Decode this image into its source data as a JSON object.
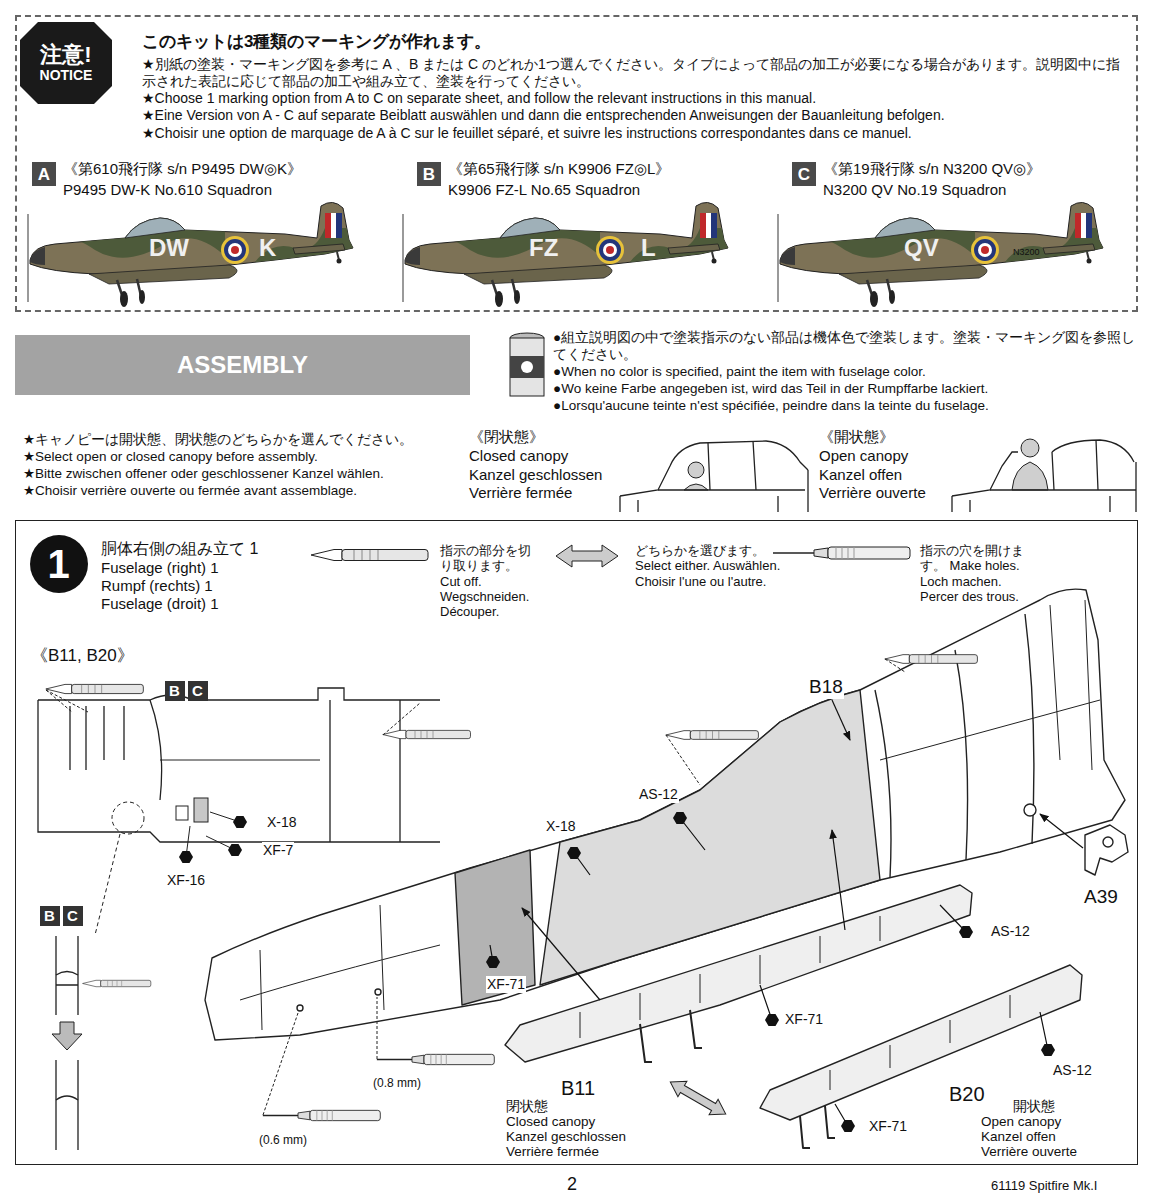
{
  "diagram": {
    "nodes": [
      {
        "text": [
          "このキットは3種類のマーキングが作れます。",
          "★別紙の塗装・マーキング図を参考に A 、B または C のどれか1つ選んでください。タイプによって部品の加工が必要になる場合があります。説明図中に指示された表記に応じて部品の加工や組み立て、塗装を行ってください。",
          "★Choose 1 marking option from A to C on separate sheet, and follow the relevant instructions in this manual.",
          "★Eine Version von A - C auf separate Beiblatt auswählen und dann die entsprechenden Anweisungen der Bauanleitung befolgen.",
          "★Choisir une option de marquage de A à C sur le feuillet séparé, et suivre les instructions correspondantes dans ce manuel."
        ]
      },
      {
        "text": [
          "注意!",
          "NOTICE"
        ],
        "in": 0
      },
      {
        "text": [
          "A"
        ],
        "in": 0
      },
      {
        "text": [
          "B"
        ],
        "in": 0
      },
      {
        "text": [
          "C"
        ],
        "in": 0
      },
      {
        "text": [
          "ASSEMBLY"
        ]
      },
      {
        "text": [
          "胴体右側の組み立て 1",
          "Fuselage (right) 1",
          "Rumpf (rechts) 1",
          "Fuselage (droit) 1"
        ]
      },
      {
        "text": [
          "1"
        ],
        "in": 6
      },
      {
        "text": [
          "B",
          "C"
        ],
        "in": 6
      },
      {
        "text": [
          "B",
          "C"
        ],
        "in": 6
      }
    ],
    "labels": [
      "《第610飛行隊 s/n P9495 DW◎K》",
      "P9495 DW-K No.610 Squadron",
      "《第65飛行隊 s/n K9906 FZ◎L》",
      "K9906 FZ-L No.65 Squadron",
      "《第19飛行隊 s/n N3200 QV◎》",
      "N3200 QV No.19 Squadron",
      "DW",
      "K",
      "FZ",
      "L",
      "QV",
      "N3200",
      "●組立説明図の中で塗装指示のない部品は機体色で塗装します。塗装・マーキング図を参照してください。",
      "●When no color is specified, paint the item with fuselage color.",
      "●Wo keine Farbe angegeben ist, wird das Teil in der Rumpffarbe lackiert.",
      "●Lorsqu'aucune teinte n'est spécifiée, peindre dans la teinte du fuselage.",
      "★キャノピーは開状態、閉状態のどちらかを選んでください。",
      "★Select open or closed canopy before assembly.",
      "★Bitte zwischen offener oder geschlossener Kanzel wählen.",
      "★Choisir verrière ouverte ou fermée avant assemblage.",
      "《閉状態》",
      "Closed canopy",
      "Kanzel geschlossen",
      "Verrière fermée",
      "《開状態》",
      "Open canopy",
      "Kanzel offen",
      "Verrière ouverte",
      "《B11, B20》",
      "X-18",
      "XF-7",
      "XF-16",
      "B18",
      "AS-12",
      "X-18",
      "A39",
      "AS-12",
      "XF-71",
      "XF-71",
      "(0.8 mm)",
      "(0.6 mm)",
      "B11",
      "閉状態",
      "Closed canopy",
      "Kanzel geschlossen",
      "Verrière fermée",
      "AS-12",
      "XF-71",
      "B20",
      "開状態",
      "Open canopy",
      "Kanzel offen",
      "Verrière ouverte",
      "2",
      "61119 Spitfire Mk.I"
    ],
    "legend": [
      {
        "text": "指示の部分を切り取ります。 Cut off. Wegschneiden. Découper."
      },
      {
        "text": "どちらかを選びます。 Select either. Auswählen. Choisir l'une ou l'autre."
      },
      {
        "text": "指示の穴を開けます。 Make holes. Loch machen. Percer des trous."
      }
    ]
  }
}
